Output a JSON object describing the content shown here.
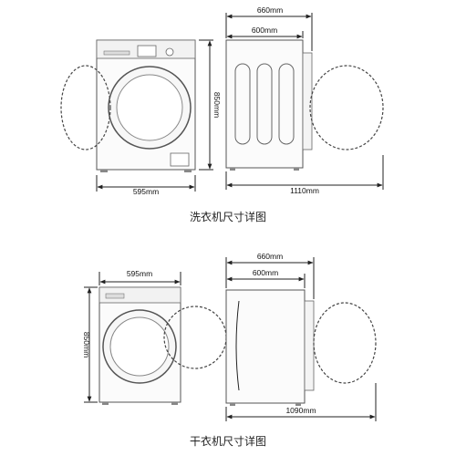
{
  "washer": {
    "front": {
      "width_label": "595mm",
      "height_label": "850mm"
    },
    "side": {
      "overall_label": "660mm",
      "body_label": "600mm",
      "door_open_label": "1110mm"
    },
    "caption": "洗衣机尺寸详图"
  },
  "dryer": {
    "front": {
      "width_label": "595mm",
      "height_label": "850mm"
    },
    "side": {
      "overall_label": "660mm",
      "body_label": "600mm",
      "door_open_label": "1090mm"
    },
    "caption": "干衣机尺寸详图"
  }
}
